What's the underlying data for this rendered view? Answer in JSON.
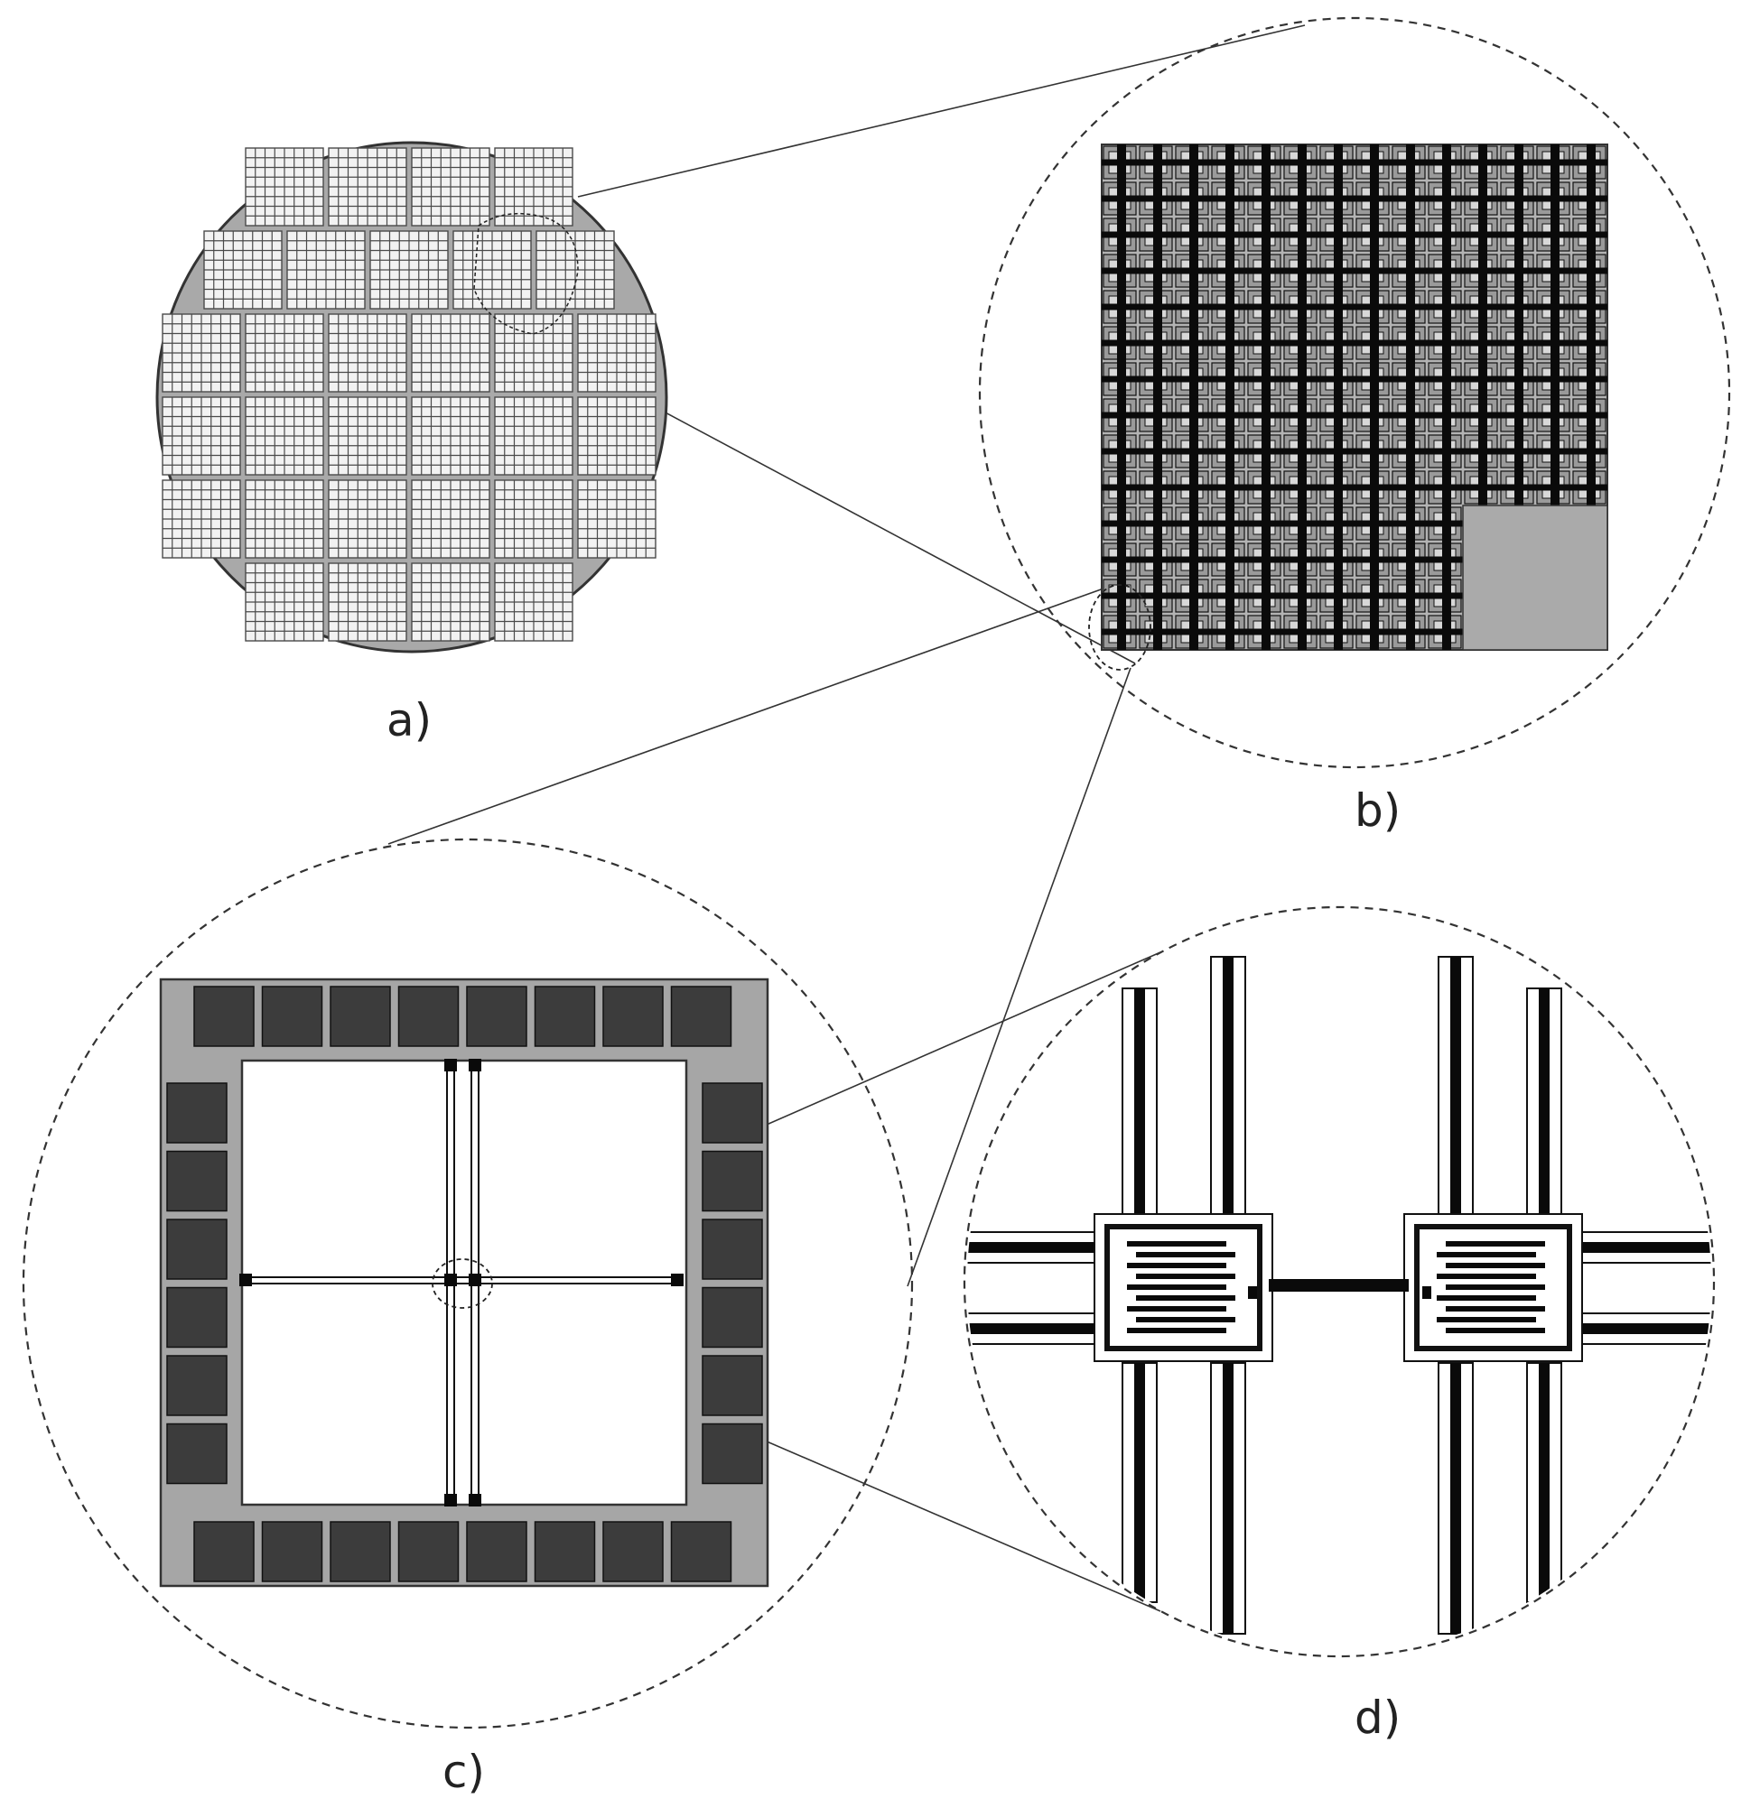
{
  "figure": {
    "panels": [
      {
        "id": "a",
        "label": "a)",
        "content": "wafer"
      },
      {
        "id": "b",
        "label": "b)",
        "content": "die-array"
      },
      {
        "id": "c",
        "label": "c)",
        "content": "chip"
      },
      {
        "id": "d",
        "label": "d)",
        "content": "sensor-pair"
      }
    ],
    "colors": {
      "wafer_fill": "#a9a9a9",
      "die_fill": "#f2f2f2",
      "die_grid": "#4a4a4a",
      "metal": "#0a0a0a",
      "pad_fill": "#3c3c3c",
      "frame_fill": "#a6a6a6",
      "outline": "#333333",
      "dash": "#333333"
    },
    "wafer": {
      "die_rows": [
        4,
        5,
        6,
        6,
        6,
        4
      ]
    },
    "chip": {
      "top_pads": 8,
      "bottom_pads": 8,
      "left_pads": 6,
      "right_pads": 6
    }
  }
}
